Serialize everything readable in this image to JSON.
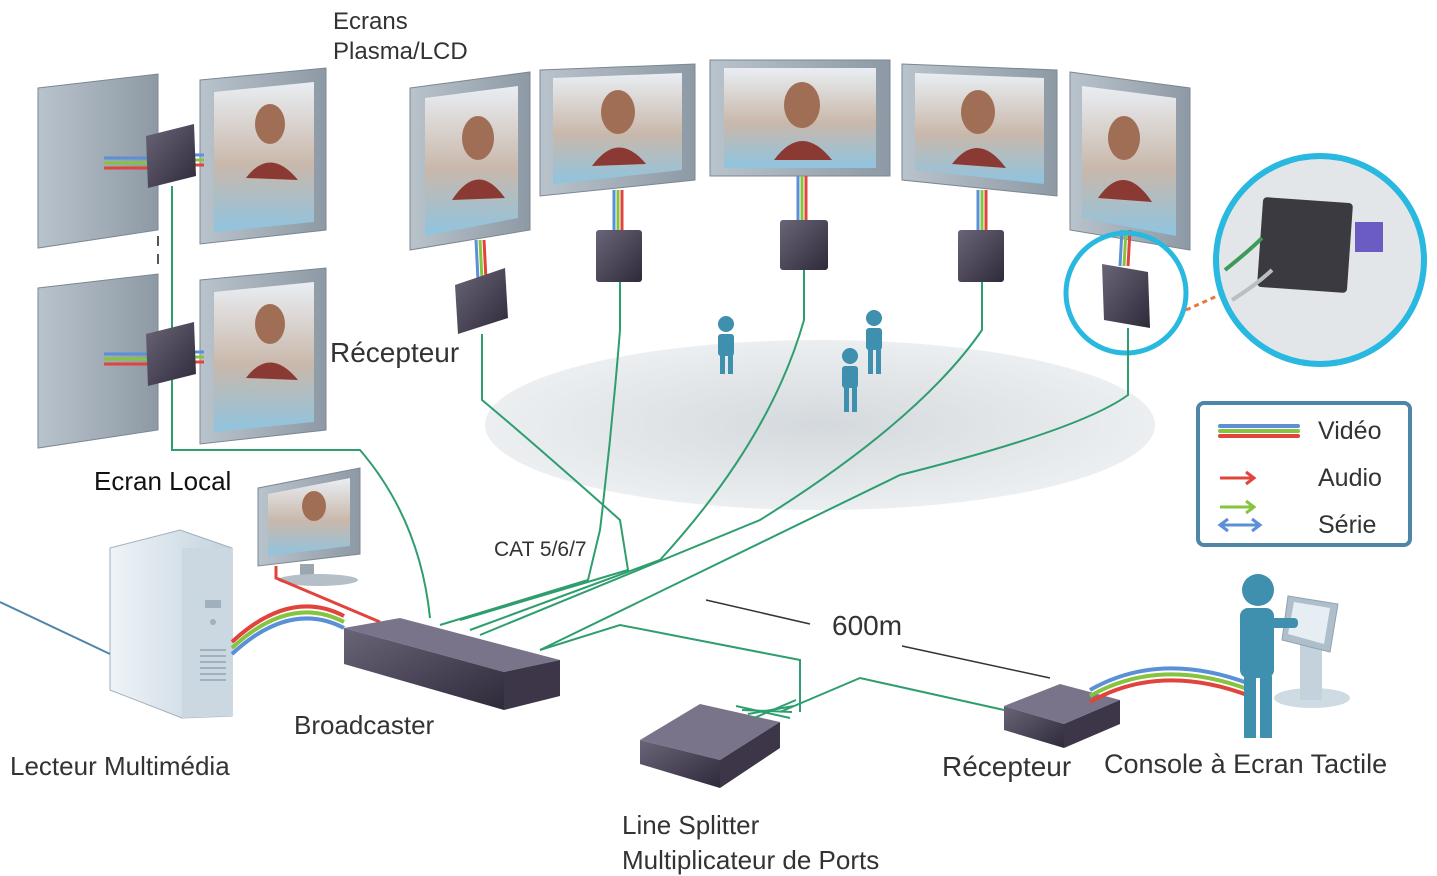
{
  "labels": {
    "screens_line1": "Ecrans",
    "screens_line2": "Plasma/LCD",
    "receiver_top": "Récepteur",
    "local_screen": "Ecran Local",
    "cable": "CAT 5/6/7",
    "distance": "600m",
    "broadcaster": "Broadcaster",
    "media_player": "Lecteur Multimédia",
    "splitter_line1": "Line Splitter",
    "splitter_line2": "Multiplicateur de Ports",
    "receiver_bottom": "Récepteur",
    "kiosk": "Console à Ecran Tactile"
  },
  "legend": {
    "video": "Vidéo",
    "audio": "Audio",
    "serial": "Série"
  },
  "colors": {
    "cable_green": "#2e9e6e",
    "video_red": "#e0443c",
    "video_green": "#86c440",
    "video_blue": "#5b8fd6",
    "audio": "#e0443c",
    "serial": "#5b8fd6",
    "legend_border": "#4f86a8",
    "highlight": "#29b8e0",
    "person": "#3f8fae",
    "device": "#4a4556"
  }
}
